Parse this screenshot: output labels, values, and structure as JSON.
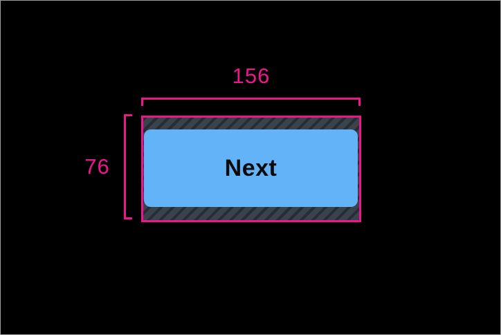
{
  "annotation": {
    "width_value": "156",
    "height_value": "76",
    "accent_color": "#ee168d"
  },
  "button": {
    "label": "Next",
    "background_color": "#62b3f7",
    "text_color": "#0b0b0b"
  },
  "touch_target": {
    "hatch_background_color": "#3a434c",
    "hatch_stripe_color": "#262d34"
  },
  "canvas": {
    "background_color": "#000000",
    "frame_border_color": "#9e9e9e"
  }
}
